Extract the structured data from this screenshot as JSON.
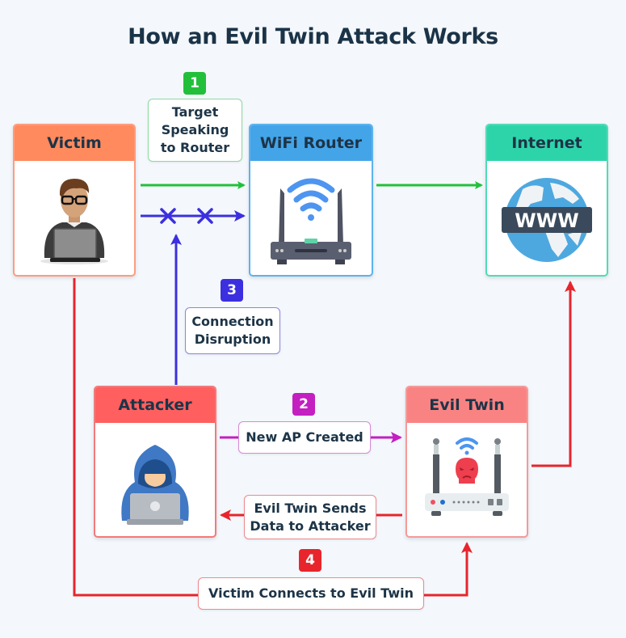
{
  "title": "How an Evil Twin Attack Works",
  "colors": {
    "green": "#22c03a",
    "blue": "#3b2fe0",
    "purple": "#c31fc1",
    "red": "#e8252c",
    "victim_header": "#ff8a5e",
    "router_header": "#44a4e8",
    "internet_header": "#2dd4aa",
    "attacker_header": "#ff5f5f",
    "eviltwin_header": "#f98383"
  },
  "nodes": {
    "victim": {
      "label": "Victim",
      "icon": "person-with-laptop-icon"
    },
    "router": {
      "label": "WiFi Router",
      "icon": "wifi-router-icon"
    },
    "internet": {
      "label": "Internet",
      "icon": "globe-www-icon",
      "icon_text": "WWW"
    },
    "attacker": {
      "label": "Attacker",
      "icon": "hooded-hacker-icon"
    },
    "evil_twin": {
      "label": "Evil Twin",
      "icon": "evil-router-skull-icon"
    }
  },
  "steps": [
    {
      "number": "1",
      "label": "Target Speaking to Router",
      "lines": [
        "Target",
        "Speaking",
        "to Router"
      ]
    },
    {
      "number": "2",
      "label": "New AP Created",
      "lines": [
        "New AP Created"
      ]
    },
    {
      "number": "3",
      "label": "Connection Disruption",
      "lines": [
        "Connection",
        "Disruption"
      ]
    },
    {
      "number": "4",
      "label": "Victim Connects to Evil Twin",
      "lines": [
        "Victim Connects to Evil Twin"
      ]
    }
  ],
  "extra_labels": {
    "evil_twin_sends": {
      "lines": [
        "Evil Twin Sends",
        "Data to Attacker"
      ]
    }
  },
  "disruption_marks": [
    "×",
    "×"
  ]
}
